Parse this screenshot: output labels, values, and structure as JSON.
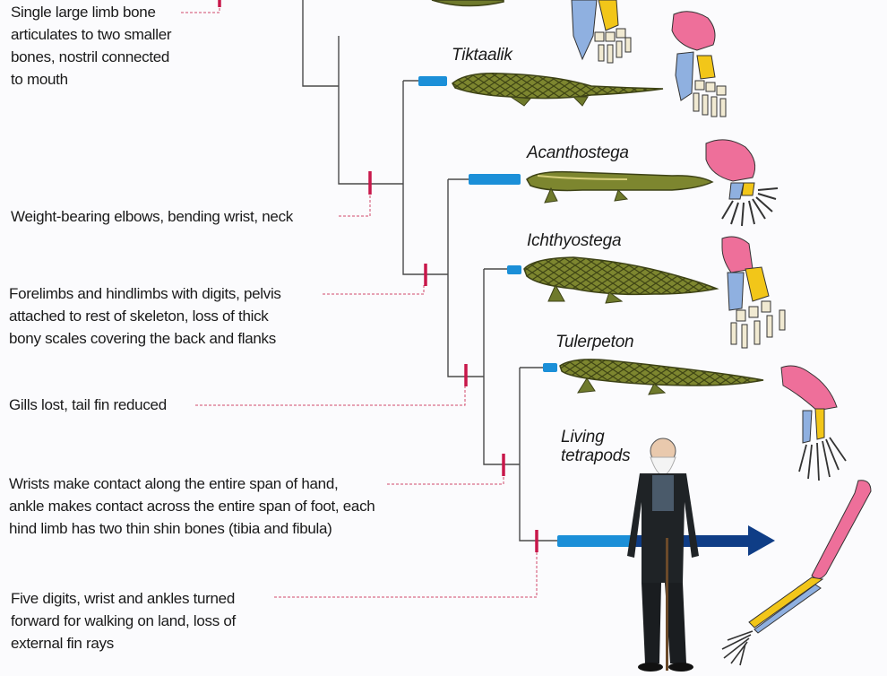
{
  "traits": [
    {
      "id": "limb-bone",
      "lines": [
        "Single large limb bone",
        "articulates to two smaller",
        "bones, nostril connected",
        "to mouth"
      ]
    },
    {
      "id": "elbows",
      "lines": [
        "Weight-bearing elbows, bending wrist, neck"
      ]
    },
    {
      "id": "digits",
      "lines": [
        "Forelimbs and hindlimbs with digits, pelvis",
        "attached to rest of skeleton, loss of thick",
        "bony scales covering the back and flanks"
      ]
    },
    {
      "id": "gills",
      "lines": [
        "Gills lost, tail fin reduced"
      ]
    },
    {
      "id": "wrists",
      "lines": [
        "Wrists make contact along the entire span of hand,",
        "ankle makes contact across the entire span of foot, each",
        "hind limb has two thin shin bones (tibia and fibula)"
      ]
    },
    {
      "id": "five-digits",
      "lines": [
        "Five digits, wrist and ankles turned",
        "forward for walking on land, loss of",
        "external fin rays"
      ]
    }
  ],
  "taxa": [
    {
      "id": "tiktaalik",
      "lines": [
        "Tiktaalik"
      ]
    },
    {
      "id": "acanthostega",
      "lines": [
        "Acanthostega"
      ]
    },
    {
      "id": "ichthyostega",
      "lines": [
        "Ichthyostega"
      ]
    },
    {
      "id": "tulerpeton",
      "lines": [
        "Tulerpeton"
      ]
    },
    {
      "id": "living-tetrapods",
      "lines": [
        "Living",
        "tetrapods"
      ]
    }
  ],
  "colors": {
    "branch": "#4a4a4a",
    "trait_marker": "#c8174a",
    "leader": "#d04a6a",
    "time_bar": "#1b8fd8",
    "arrow": "#0f3d86",
    "bone_pink": "#ee6f9a",
    "bone_blue": "#8fb0e0",
    "bone_yellow": "#f2c619",
    "bone_cream": "#f1ead2",
    "creature": "#6f7a2c"
  },
  "icons": [
    "fish-creature",
    "limb-bones",
    "human-figure",
    "human-arm"
  ]
}
